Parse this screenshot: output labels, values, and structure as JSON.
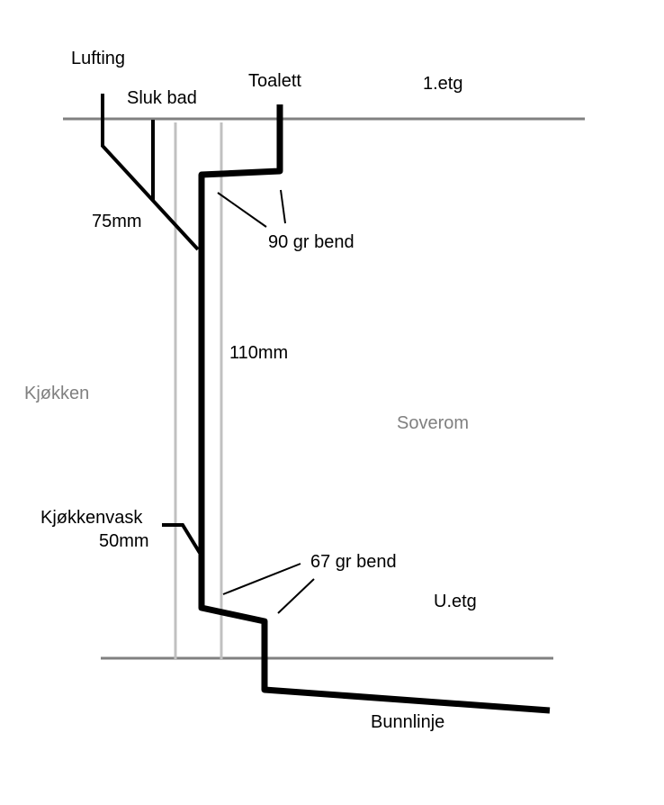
{
  "labels": {
    "lufting": "Lufting",
    "sluk_bad": "Sluk bad",
    "toalett": "Toalett",
    "etg1": "1.etg",
    "d75": "75mm",
    "bend90": "90 gr bend",
    "d110": "110mm",
    "kjokken": "Kjøkken",
    "soverom": "Soverom",
    "kjokkenvask": "Kjøkkenvask",
    "d50": "50mm",
    "bend67": "67 gr bend",
    "uetg": "U.etg",
    "bunnlinje": "Bunnlinje"
  },
  "colors": {
    "pipe": "#000000",
    "floor_line": "#808080",
    "wall_line": "#c0c0c0",
    "room_text": "#808080"
  }
}
